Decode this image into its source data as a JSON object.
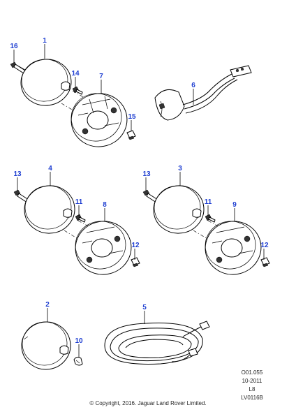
{
  "callouts": {
    "c1": "1",
    "c2": "2",
    "c3": "3",
    "c4": "4",
    "c5": "5",
    "c6": "6",
    "c7": "7",
    "c8": "8",
    "c9": "9",
    "c10": "10",
    "c11a": "11",
    "c11b": "11",
    "c12a": "12",
    "c12b": "12",
    "c13a": "13",
    "c13b": "13",
    "c14": "14",
    "c15": "15",
    "c16": "16"
  },
  "meta": {
    "ref": "O01.055",
    "date": "10-2011",
    "code": "L8",
    "illustration": "LV0116B"
  },
  "copyright": "© Copyright, 2016. Jaguar Land Rover Limited.",
  "colors": {
    "callout": "#1f3fd1",
    "line": "#000000",
    "background": "#ffffff"
  }
}
